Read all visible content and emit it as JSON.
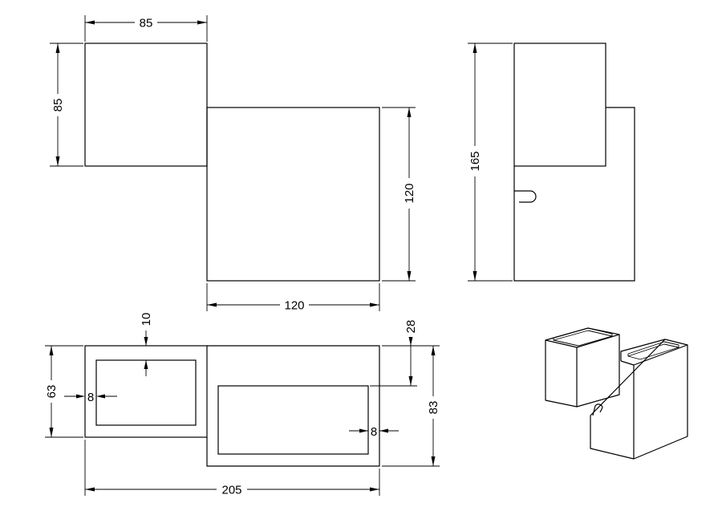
{
  "top_view": {
    "small_box_width": "85",
    "small_box_height": "85",
    "large_box_width": "120",
    "large_box_height": "120"
  },
  "side_view": {
    "total_height": "165"
  },
  "front_view": {
    "left_height": "63",
    "left_wall": "8",
    "top_wall": "10",
    "right_offset": "28",
    "right_height": "83",
    "right_wall": "8",
    "total_width": "205"
  },
  "isometric_view": {}
}
